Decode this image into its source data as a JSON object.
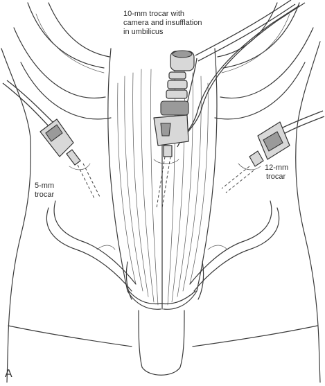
{
  "labels": {
    "camera_trocar": [
      "10-mm trocar with",
      "camera and insufflation",
      "in umbilicus"
    ],
    "trocar_5mm": [
      "5-mm",
      "trocar"
    ],
    "trocar_12mm": [
      "12-mm",
      "trocar"
    ],
    "panel": "A"
  }
}
